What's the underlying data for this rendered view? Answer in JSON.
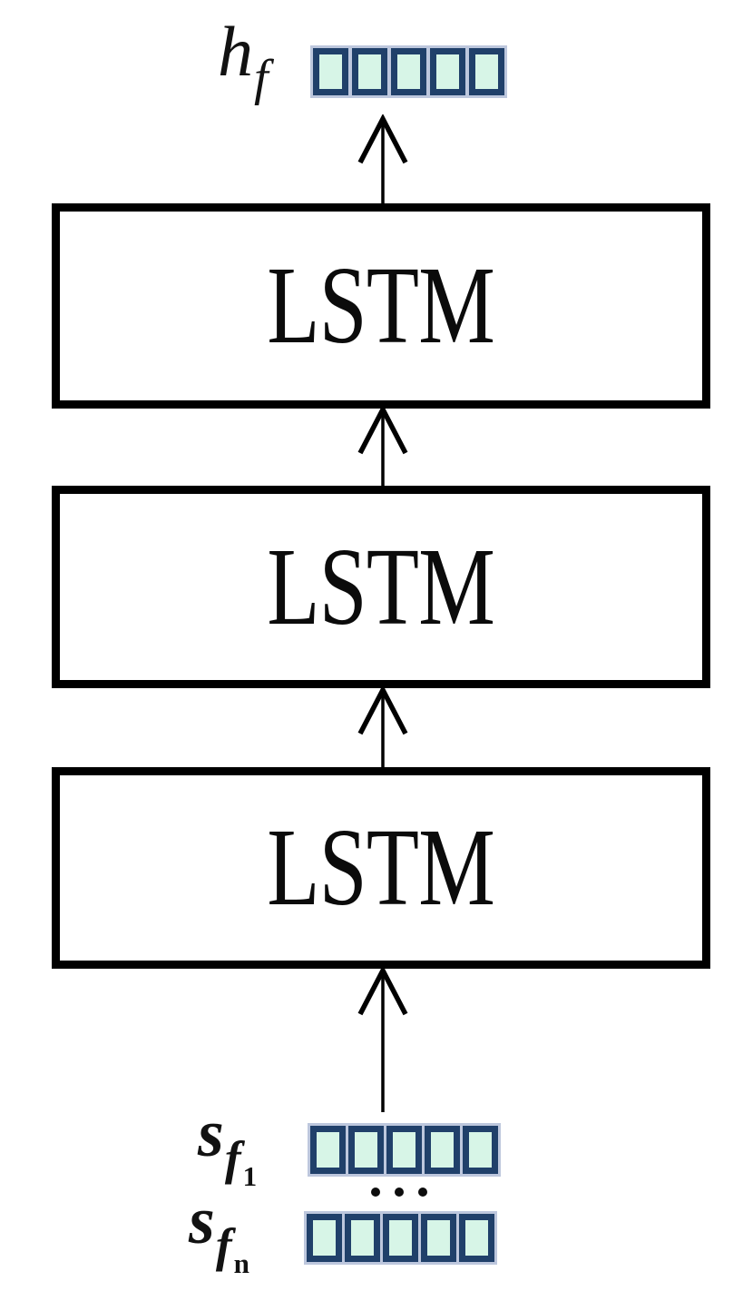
{
  "diagram": {
    "output_vector": {
      "label_main": "h",
      "label_sub": "f",
      "cell_count": 5
    },
    "layers": [
      {
        "label": "LSTM"
      },
      {
        "label": "LSTM"
      },
      {
        "label": "LSTM"
      }
    ],
    "input_vectors": [
      {
        "label_main": "s",
        "label_sub": "f",
        "label_subsub": "1",
        "cell_count": 5
      },
      {
        "label_main": "s",
        "label_sub": "f",
        "label_subsub": "n",
        "cell_count": 5
      }
    ],
    "ellipsis_dot_count": 3,
    "colors": {
      "background": "#ffffff",
      "cell_fill": "#d7f5e7",
      "cell_border": "#20406a",
      "cell_halo": "#bdc7dd",
      "box_border": "#000000",
      "arrow": "#000000",
      "text": "#121212"
    }
  }
}
